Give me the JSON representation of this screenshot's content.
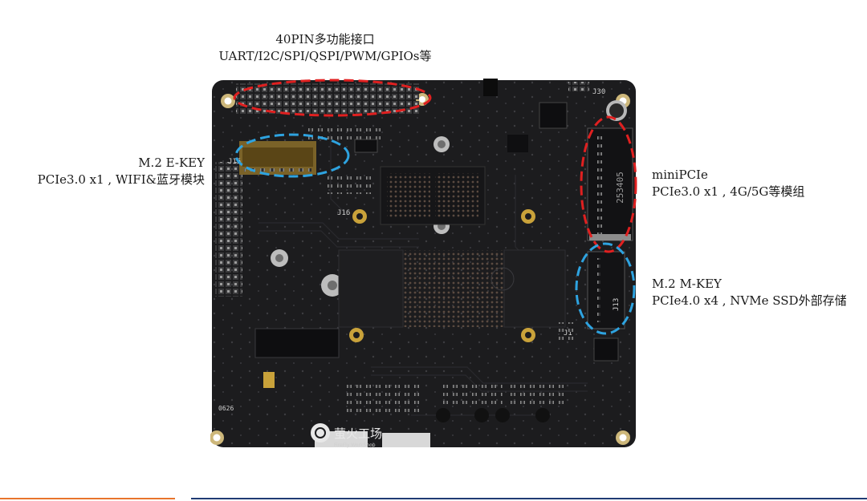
{
  "labels": {
    "top": {
      "line1": "40PIN多功能接口",
      "line2": "UART/I2C/SPI/QSPI/PWM/GPIOs等"
    },
    "ekey": {
      "line1": "M.2 E-KEY",
      "line2": "PCIe3.0 x1 , WIFI&蓝牙模块"
    },
    "minipcie": {
      "line1": "miniPCIe",
      "line2": "PCIe3.0 x1 , 4G/5G等模组"
    },
    "mkey": {
      "line1": "M.2 M-KEY",
      "line2": "PCIe4.0 x4 , NVMe SSD外部存储"
    }
  },
  "board_silkscreen": {
    "j30": "J30",
    "j15": "J15",
    "j16": "J16",
    "j13": "J13",
    "j1": "J1",
    "code": "0626",
    "minipcie_part": "253405",
    "brand_cn": "萤火工场",
    "brand_en": "FireFly WorkShop"
  },
  "colors": {
    "board": "#1c1c1e",
    "red_marker": "#e02020",
    "blue_marker": "#2ea3e0",
    "footer_orange": "#e8742c",
    "footer_blue": "#1f3b73"
  }
}
